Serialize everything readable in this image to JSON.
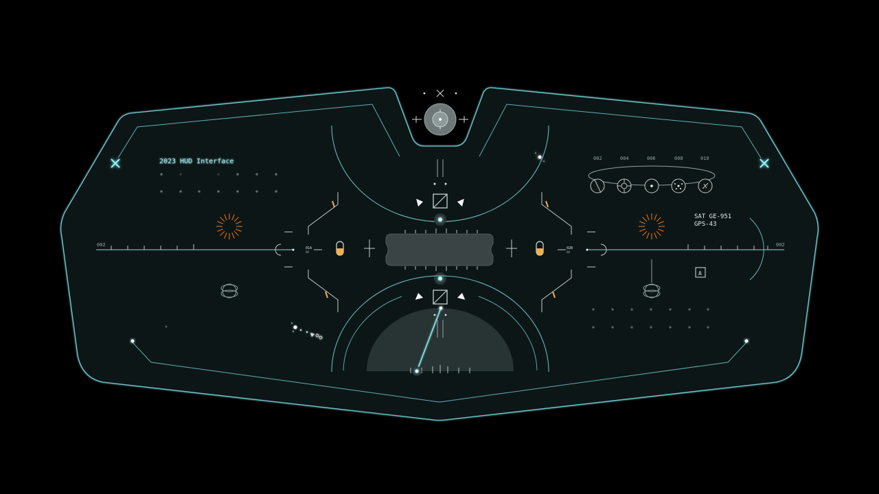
{
  "app": {
    "title": "2023 HUD Interface"
  },
  "colors": {
    "background": "#000000",
    "panel": "#0f1716",
    "outline": "#6fc9cf",
    "accent_cyan": "#8ff4f8",
    "accent_orange": "#f07a1a",
    "accent_amber": "#f3b04a",
    "dim": "#5b6b6b"
  },
  "scale": {
    "left_label": "002",
    "right_label": "002"
  },
  "channels": {
    "left": {
      "label": "01A",
      "status": "ON"
    },
    "right": {
      "label": "02B",
      "status": "ON"
    }
  },
  "satellite": {
    "line1": "SAT GE-951",
    "line2": "GPS-43"
  },
  "mode": {
    "label": "A"
  },
  "orbit_scale": {
    "ticks": [
      "002",
      "004",
      "006",
      "008",
      "010"
    ]
  },
  "icons": {
    "top_crosshair": "crosshair-icon",
    "corner_left": "cross-marker-icon",
    "corner_right": "cross-marker-icon",
    "sun_left": "radial-burst-icon",
    "sun_right": "radial-burst-icon",
    "target": "target-reticle-icon"
  }
}
